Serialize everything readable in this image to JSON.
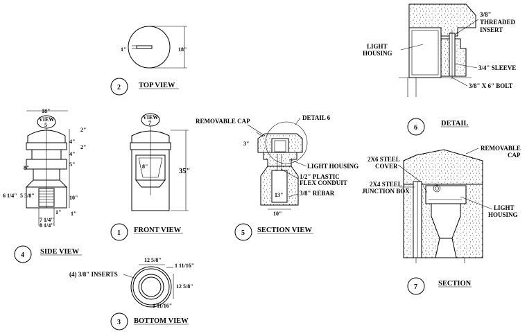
{
  "views": {
    "top": {
      "number": "2",
      "title": "TOP VIEW",
      "dim_diameter": "18\"",
      "dim_slot": "1\""
    },
    "side": {
      "number": "4",
      "title": "SIDE VIEW",
      "bubble": "VIEW",
      "bubble_num": "5",
      "dims": {
        "width": "18\"",
        "d1": "2\"",
        "d2": "4\"",
        "d3": "2\"",
        "d4": "4\"",
        "d5": "5\"",
        "d6": "8\"",
        "d7": "10\"",
        "d8": "1\"",
        "d9": "1\"",
        "d10": "6 1/4\"",
        "d11": "5 3/8\"",
        "d12": "7 1/4\"",
        "d13": "8 1/4\""
      }
    },
    "front": {
      "number": "1",
      "title": "FRONT VIEW",
      "bubble": "VIEW",
      "bubble_num": "7",
      "dim_height": "35\"",
      "dim_inner": "8\""
    },
    "section": {
      "number": "5",
      "title": "SECTION VIEW",
      "removable_cap": "REMOVABLE CAP",
      "detail6": "DETAIL 6",
      "light_housing": "LIGHT HOUSING",
      "conduit_1": "1/2\" PLASTIC",
      "conduit_2": "FLEX CONDUIT",
      "rebar": "3/8\" REBAR",
      "dim_3": "3\"",
      "dim_13": "13\"",
      "dim_10": "10\""
    },
    "bottom": {
      "number": "3",
      "title": "BOTTOM VIEW",
      "inserts": "(4) 3/8\" INSERTS",
      "dim_a": "12 5/8\"",
      "dim_b": "1 11/16\"",
      "dim_c": "12 5/8\"",
      "dim_d": "1 11/16\""
    },
    "detail": {
      "number": "6",
      "title": "DETAIL",
      "light_housing_1": "LIGHT",
      "light_housing_2": "HOUSING",
      "threaded_1": "3/8\"",
      "threaded_2": "THREADED",
      "threaded_3": "INSERT",
      "sleeve": "3/4\" SLEEVE",
      "bolt": "3/8\" X 6\" BOLT"
    },
    "big_section": {
      "number": "7",
      "title": "SECTION",
      "removable_1": "REMOVABLE",
      "removable_2": "CAP",
      "cover_1": "2X6 STEEL",
      "cover_2": "COVER",
      "junction_1": "2X4 STEEL",
      "junction_2": "JUNCTION BOX",
      "housing_1": "LIGHT",
      "housing_2": "HOUSING"
    }
  }
}
